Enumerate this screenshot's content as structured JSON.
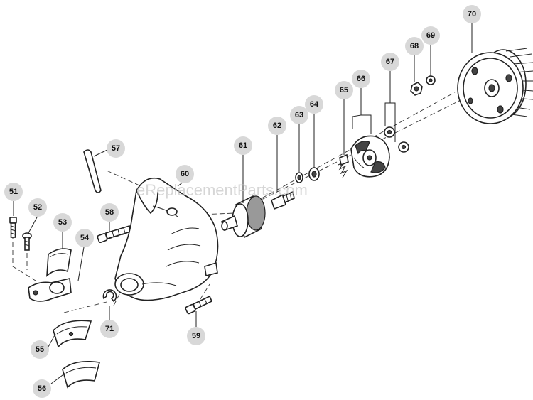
{
  "watermark": "eReplacementParts.com",
  "callouts": [
    {
      "id": "51",
      "label": "51"
    },
    {
      "id": "52",
      "label": "52"
    },
    {
      "id": "53",
      "label": "53"
    },
    {
      "id": "54",
      "label": "54"
    },
    {
      "id": "55",
      "label": "55"
    },
    {
      "id": "56",
      "label": "56"
    },
    {
      "id": "57",
      "label": "57"
    },
    {
      "id": "58",
      "label": "58"
    },
    {
      "id": "59",
      "label": "59"
    },
    {
      "id": "60",
      "label": "60"
    },
    {
      "id": "61",
      "label": "61"
    },
    {
      "id": "62",
      "label": "62"
    },
    {
      "id": "63",
      "label": "63"
    },
    {
      "id": "64",
      "label": "64"
    },
    {
      "id": "65",
      "label": "65"
    },
    {
      "id": "66",
      "label": "66"
    },
    {
      "id": "67",
      "label": "67"
    },
    {
      "id": "68",
      "label": "68"
    },
    {
      "id": "69",
      "label": "69"
    },
    {
      "id": "70",
      "label": "70"
    },
    {
      "id": "71",
      "label": "71"
    }
  ]
}
